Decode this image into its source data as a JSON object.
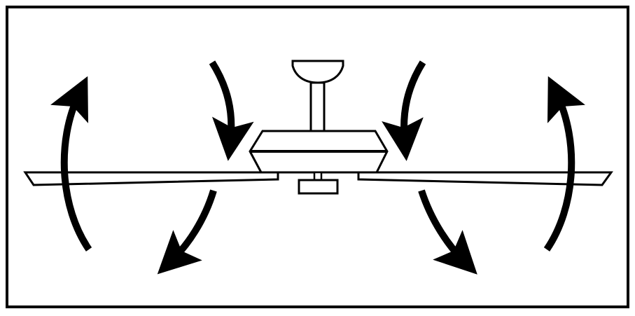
{
  "colors": {
    "stroke": "#000000",
    "fill": "#ffffff"
  },
  "diagram": {
    "subject": "ceiling-fan",
    "parts": [
      "frame",
      "canopy",
      "downrod",
      "motor-housing",
      "left-blade",
      "right-blade",
      "light-kit"
    ],
    "arrows": [
      {
        "id": "outer-left",
        "direction": "up"
      },
      {
        "id": "inner-left-top",
        "direction": "down"
      },
      {
        "id": "inner-left-bottom",
        "direction": "down"
      },
      {
        "id": "inner-right-top",
        "direction": "down"
      },
      {
        "id": "inner-right-bottom",
        "direction": "down"
      },
      {
        "id": "outer-right",
        "direction": "up"
      }
    ]
  }
}
